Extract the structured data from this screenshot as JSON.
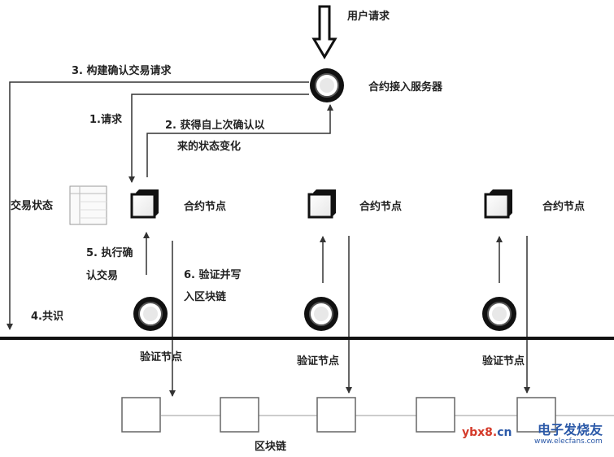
{
  "labels": {
    "user_request": "用户请求",
    "contract_access_server": "合约接入服务器",
    "step3": "3. 构建确认交易请求",
    "step1": "1.请求",
    "step2_line1": "2. 获得自上次确认以",
    "step2_line2": "来的状态变化",
    "tx_state": "交易状态",
    "contract_node": "合约节点",
    "step5_line1": "5. 执行确",
    "step5_line2": "认交易",
    "step6_line1": "6. 验证并写",
    "step6_line2": "入区块链",
    "step4": "4.共识",
    "validation_node": "验证节点",
    "blockchain": "区块链"
  },
  "watermark": {
    "left": "ybx8.",
    "left_suffix": "cn",
    "right": "电子发烧友",
    "url": "www.elecfans.com"
  },
  "colors": {
    "line": "#333333",
    "watermark_red": "#d43a2a",
    "watermark_blue": "#2b59a8"
  }
}
